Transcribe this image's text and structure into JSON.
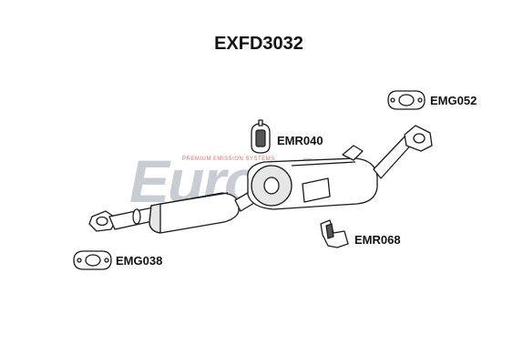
{
  "title": "EXFD3032",
  "watermark": {
    "logo": "EuroFlo",
    "tagline": "PREMIUM EMISSION SYSTEMS",
    "color": "#c8ccd4",
    "accent_color": "#e07070"
  },
  "parts": [
    {
      "code": "EMG052",
      "icon": "gasket-icon"
    },
    {
      "code": "EMR040",
      "icon": "rubber-mount-icon"
    },
    {
      "code": "EMR068",
      "icon": "bracket-icon"
    },
    {
      "code": "EMG038",
      "icon": "gasket-icon"
    }
  ]
}
